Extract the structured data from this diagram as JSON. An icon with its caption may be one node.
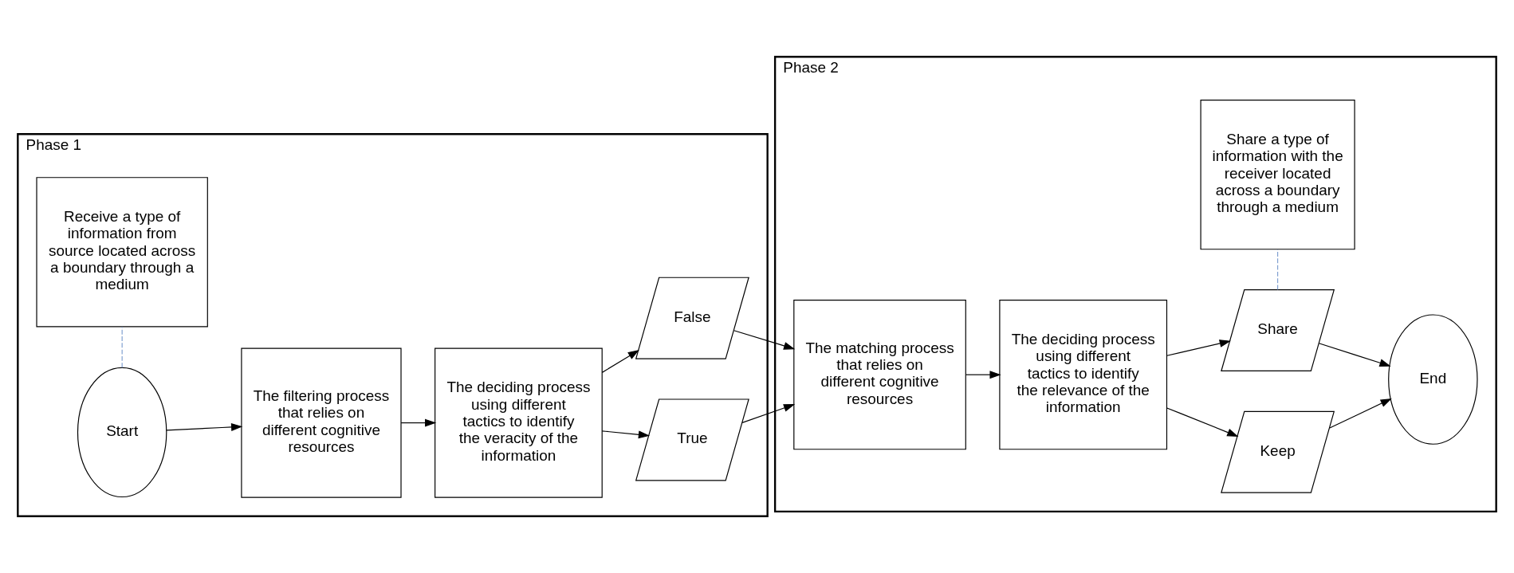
{
  "diagram": {
    "nodes": [
      {
        "text": [
          "Phase 1"
        ]
      },
      {
        "text": [
          "Start"
        ],
        "in": 0
      },
      {
        "text": [
          "Receive a type of information from source located across a boundary through a medium"
        ],
        "in": 0
      },
      {
        "text": [
          "The filtering process that relies on different cognitive resources"
        ],
        "in": 0
      },
      {
        "text": [
          "The deciding process using different tactics to identify the veracity of the information"
        ],
        "in": 0
      },
      {
        "text": [
          "True"
        ],
        "in": 0
      },
      {
        "text": [
          "False"
        ],
        "in": 0
      },
      {
        "text": [
          "Phase 2"
        ]
      },
      {
        "text": [
          "The matching process that relies on different cognitive resources"
        ],
        "in": 7
      },
      {
        "text": [
          "The deciding process using different tactics to identify the relevance of the information"
        ],
        "in": 7
      },
      {
        "text": [
          "Keep"
        ],
        "in": 7
      },
      {
        "text": [
          "Share"
        ],
        "in": 7
      },
      {
        "text": [
          "Share a type of information with the receiver located across a boundary through a medium"
        ],
        "in": 7
      },
      {
        "text": [
          "End"
        ],
        "in": 7
      }
    ],
    "edges": [
      {
        "from": 1,
        "to": 3,
        "arrow": "to"
      },
      {
        "from": 3,
        "to": 4,
        "arrow": "to"
      },
      {
        "from": 4,
        "to": 5,
        "arrow": "to"
      },
      {
        "from": 4,
        "to": 6,
        "arrow": "to"
      },
      {
        "from": 5,
        "to": 8,
        "arrow": "to"
      },
      {
        "from": 6,
        "to": 8,
        "arrow": "to"
      },
      {
        "from": 8,
        "to": 9,
        "arrow": "to"
      },
      {
        "from": 9,
        "to": 10,
        "arrow": "to"
      },
      {
        "from": 9,
        "to": 11,
        "arrow": "to"
      },
      {
        "from": 10,
        "to": 13,
        "arrow": "to"
      },
      {
        "from": 11,
        "to": 13,
        "arrow": "to"
      },
      {
        "from": 1,
        "to": 2,
        "arrow": "none",
        "style": "dashed",
        "color": "#7f9fd0"
      },
      {
        "from": 11,
        "to": 12,
        "arrow": "none",
        "style": "dashed",
        "color": "#7f9fd0"
      }
    ]
  }
}
